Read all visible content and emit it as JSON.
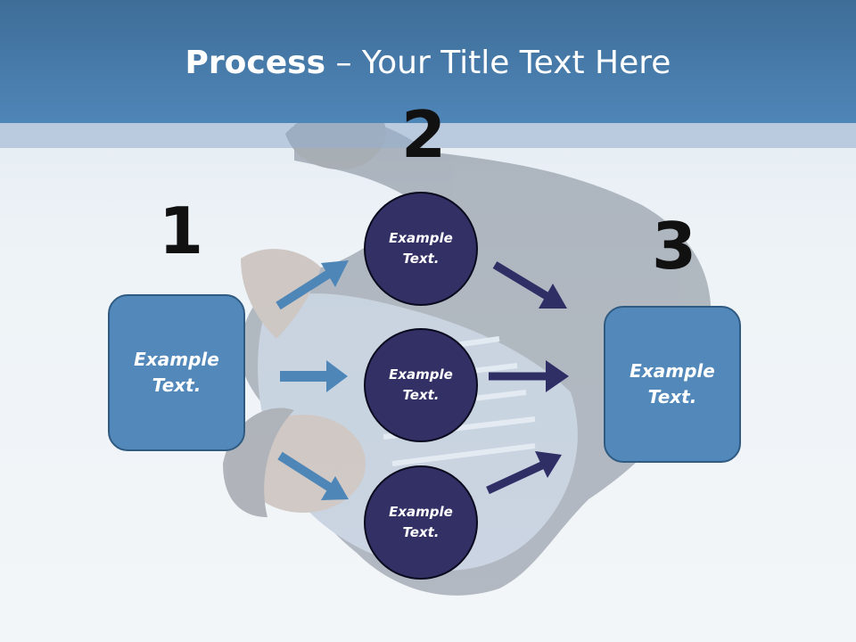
{
  "title": {
    "bold": "Process",
    "rest": " – Your Title Text Here"
  },
  "steps": {
    "one": "1",
    "two": "2",
    "three": "3"
  },
  "left_box": {
    "text": "Example\nText."
  },
  "right_box": {
    "text": "Example\nText."
  },
  "circles": [
    {
      "text": "Example\nText."
    },
    {
      "text": "Example\nText."
    },
    {
      "text": "Example\nText."
    }
  ],
  "colors": {
    "header": "#4f86b8",
    "box_fill": "#5288ba",
    "circle_fill": "#323064",
    "left_arrows": "#4f86b8",
    "right_arrows": "#2f2f66"
  }
}
